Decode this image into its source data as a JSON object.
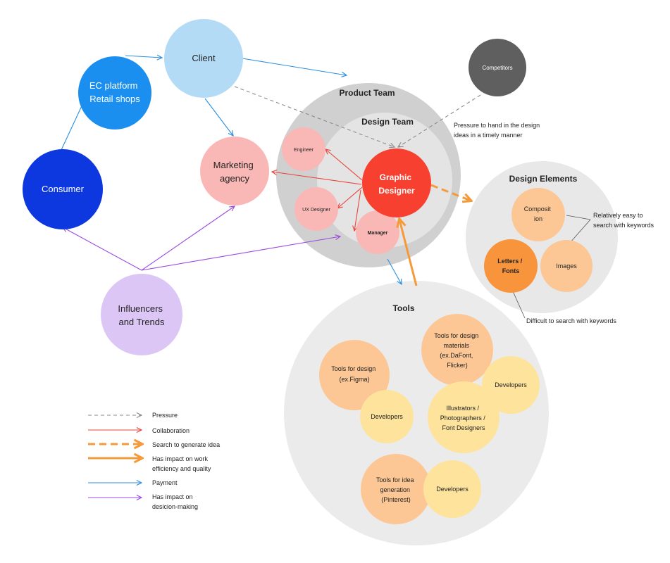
{
  "nodes": {
    "client": "Client",
    "ec_platform": [
      "EC platform",
      "Retail shops"
    ],
    "consumer": "Consumer",
    "marketing_agency": [
      "Marketing",
      "agency"
    ],
    "influencers": [
      "Influencers",
      "and Trends"
    ],
    "competitors": "Competitors",
    "product_team": "Product Team",
    "design_team": "Design Team",
    "engineer": "Engineer",
    "ux_designer": "UX Designer",
    "manager": "Manager",
    "graphic_designer": [
      "Graphic",
      "Designer"
    ],
    "design_elements": "Design Elements",
    "composition": [
      "Composit",
      "ion"
    ],
    "letters_fonts": [
      "Letters /",
      "Fonts"
    ],
    "images": "Images",
    "tools": "Tools",
    "tools_design": [
      "Tools for design",
      "(ex.Figma)"
    ],
    "developers_1": "Developers",
    "tools_materials": [
      "Tools for design",
      "materials",
      "(ex.DaFont,",
      "Flicker)"
    ],
    "developers_2": "Developers",
    "illustrators": [
      "Illustrators /",
      "Photographers /",
      "Font Designers"
    ],
    "tools_idea": [
      "Tools for idea",
      "generation",
      "(Pinterest)"
    ],
    "developers_3": "Developers"
  },
  "annotations": {
    "pressure_note": [
      "Pressure to hand in the design",
      "ideas in a timely manner"
    ],
    "easy_search": [
      "Relatively easy to",
      "search with keywords"
    ],
    "difficult_search": "Difficult to search with keywords"
  },
  "legend": [
    {
      "label": [
        "Pressure"
      ],
      "style": "dashed-gray"
    },
    {
      "label": [
        "Collaboration"
      ],
      "style": "solid-red"
    },
    {
      "label": [
        "Search to generate idea"
      ],
      "style": "dashed-orange-thick"
    },
    {
      "label": [
        "Has impact on work",
        "efficiency and quality"
      ],
      "style": "solid-orange-thick"
    },
    {
      "label": [
        "Payment"
      ],
      "style": "solid-blue"
    },
    {
      "label": [
        "Has impact on",
        "desicion-making"
      ],
      "style": "solid-purple"
    }
  ],
  "colors": {
    "pressure": "#8a8a8a",
    "collaboration": "#e8453c",
    "search": "#f59a3a",
    "impact": "#f59a3a",
    "payment": "#2b8fe0",
    "decision": "#9b4be0"
  }
}
